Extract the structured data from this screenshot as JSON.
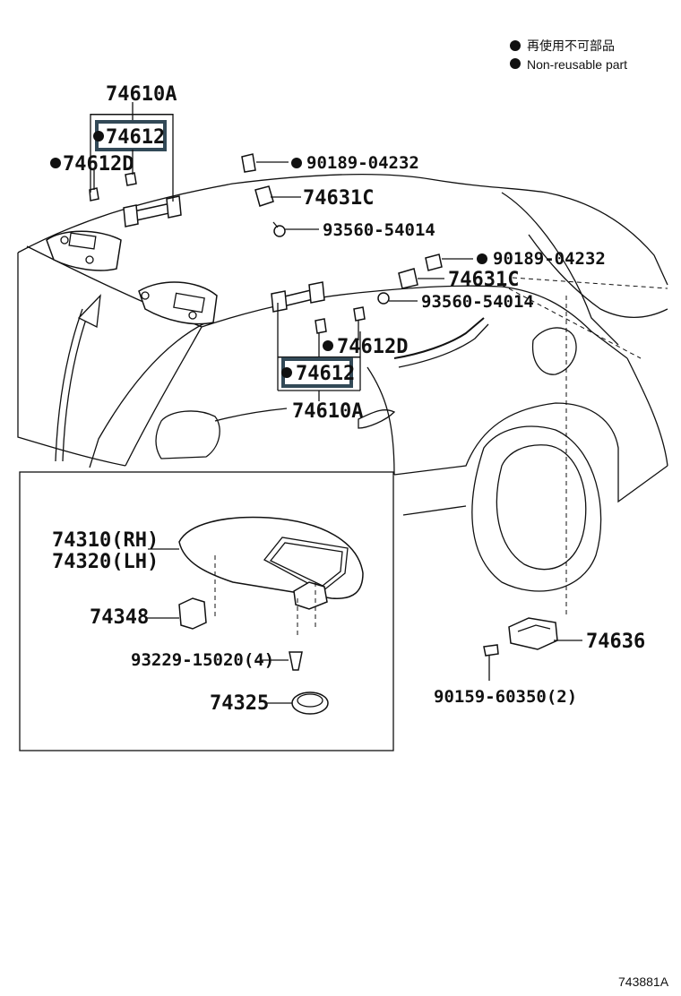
{
  "legend": {
    "jp": "再使用不可部品",
    "en": "Non-reusable part"
  },
  "labels": {
    "p74610A_top": "74610A",
    "p74612_top": "74612",
    "p74612D_top": "74612D",
    "p90189_top": "90189-04232",
    "p74631C_top": "74631C",
    "p93560_top": "93560-54014",
    "p90189_mid": "90189-04232",
    "p74631C_mid": "74631C",
    "p93560_mid": "93560-54014",
    "p74612D_mid": "74612D",
    "p74612_mid": "74612",
    "p74610A_mid": "74610A",
    "p74310": "74310(RH)",
    "p74320": "74320(LH)",
    "p74348": "74348",
    "p93229": "93229-15020(4)",
    "p74325": "74325",
    "p74636": "74636",
    "p90159": "90159-60350(2)"
  },
  "diagram_id": "743881A"
}
